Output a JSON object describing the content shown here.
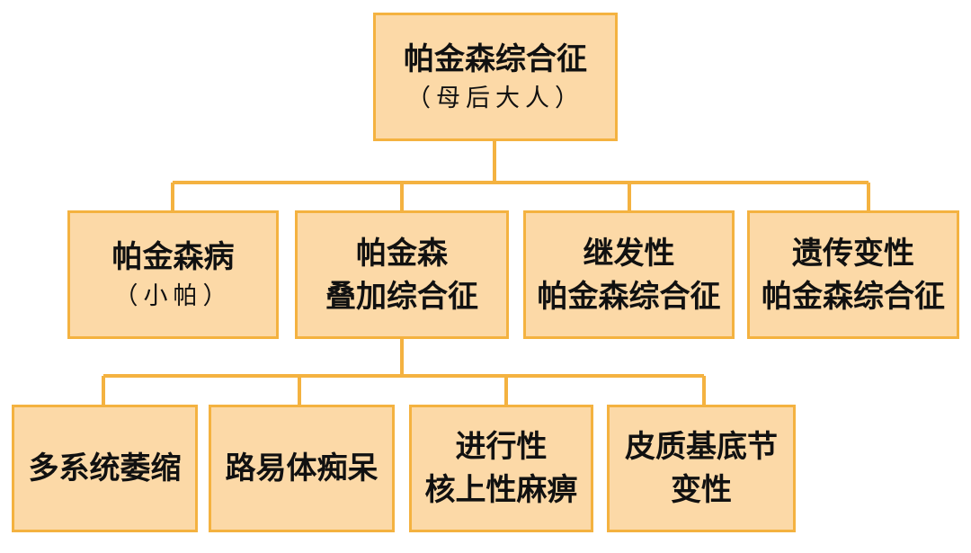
{
  "colors": {
    "box_fill": "#fcd9a7",
    "box_border": "#f4b240",
    "connector": "#f4b240",
    "text": "#111111"
  },
  "root": {
    "title": "帕金森综合征",
    "subtitle": "（母后大人）"
  },
  "level2": [
    {
      "title": "帕金森病",
      "subtitle": "（小帕）"
    },
    {
      "line1": "帕金森",
      "line2": "叠加综合征"
    },
    {
      "line1": "继发性",
      "line2": "帕金森综合征"
    },
    {
      "line1": "遗传变性",
      "line2": "帕金森综合征"
    }
  ],
  "level3": [
    {
      "line1": "多系统萎缩"
    },
    {
      "line1": "路易体痴呆"
    },
    {
      "line1": "进行性",
      "line2": "核上性麻痹"
    },
    {
      "line1": "皮质基底节",
      "line2": "变性"
    }
  ]
}
